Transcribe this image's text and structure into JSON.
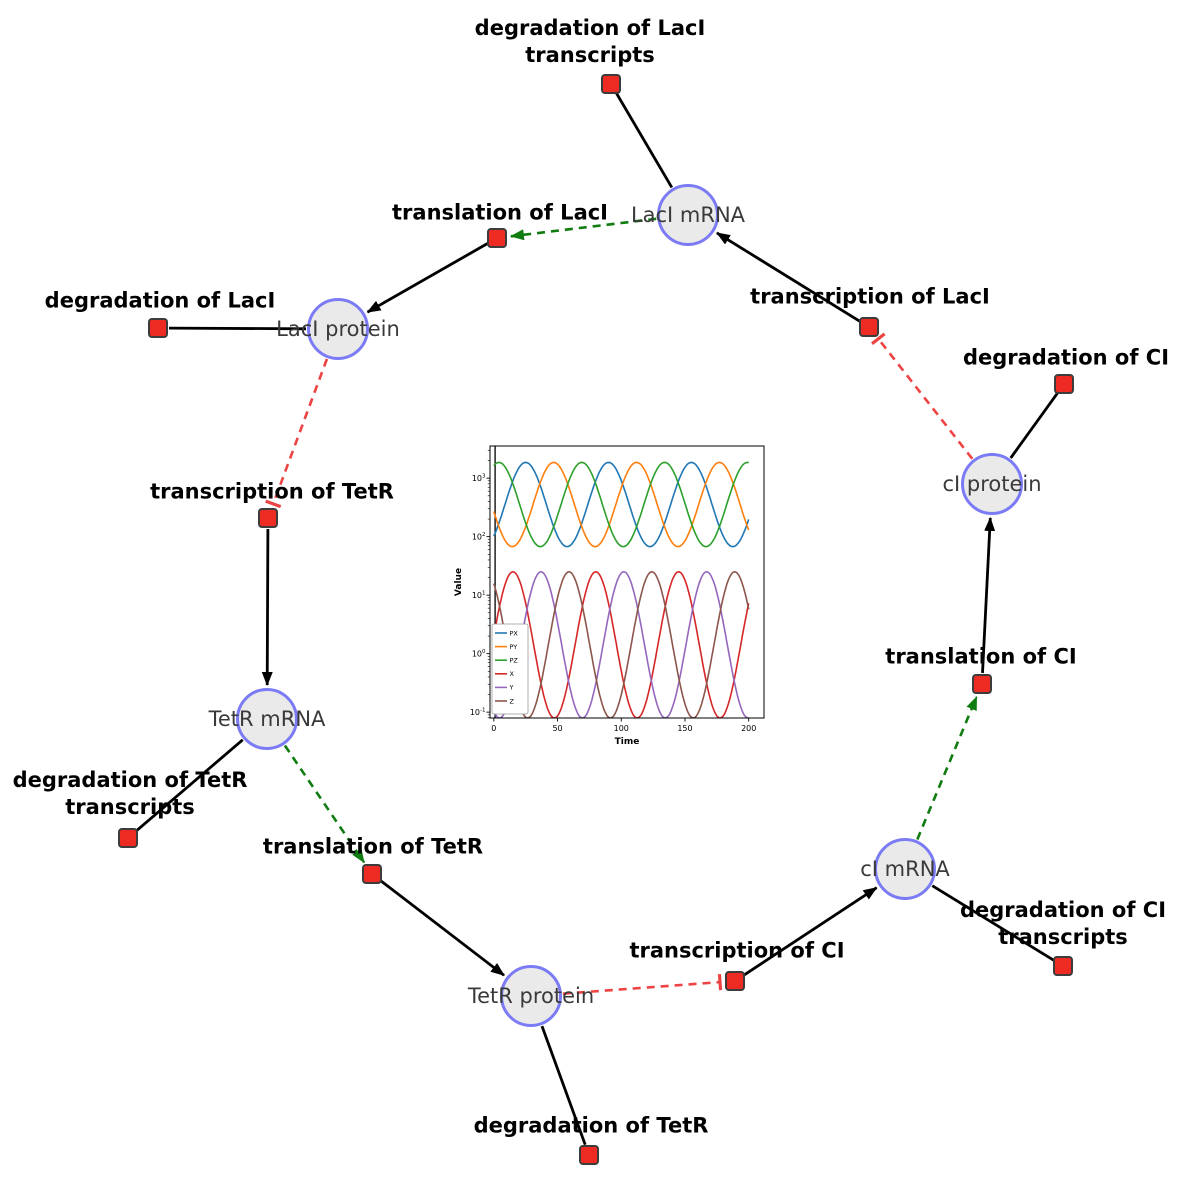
{
  "diagram": {
    "species": [
      {
        "id": "laci_mrna",
        "label": "LacI mRNA"
      },
      {
        "id": "laci_protein",
        "label": "LacI protein"
      },
      {
        "id": "tetr_mrna",
        "label": "TetR mRNA"
      },
      {
        "id": "tetr_protein",
        "label": "TetR protein"
      },
      {
        "id": "ci_mrna",
        "label": "cI mRNA"
      },
      {
        "id": "ci_protein",
        "label": "cI protein"
      }
    ],
    "reactions": [
      {
        "id": "deg_laci_tx",
        "label": "degradation of LacI\ntranscripts"
      },
      {
        "id": "translation_laci",
        "label": "translation of LacI"
      },
      {
        "id": "deg_laci",
        "label": "degradation of LacI"
      },
      {
        "id": "transcription_laci",
        "label": "transcription of LacI"
      },
      {
        "id": "deg_ci",
        "label": "degradation of CI"
      },
      {
        "id": "transcription_tetr",
        "label": "transcription of TetR"
      },
      {
        "id": "translation_ci",
        "label": "translation of CI"
      },
      {
        "id": "deg_tetr_tx",
        "label": "degradation of TetR\ntranscripts"
      },
      {
        "id": "translation_tetr",
        "label": "translation of TetR"
      },
      {
        "id": "transcription_ci",
        "label": "transcription of CI"
      },
      {
        "id": "deg_ci_tx",
        "label": "degradation of CI\ntranscripts"
      },
      {
        "id": "deg_tetr",
        "label": "degradation of TetR"
      }
    ],
    "edges": [
      {
        "from": "laci_mrna",
        "to": "deg_laci_tx",
        "type": "consumption"
      },
      {
        "from": "laci_mrna",
        "to": "translation_laci",
        "type": "modifier"
      },
      {
        "from": "translation_laci",
        "to": "laci_protein",
        "type": "production"
      },
      {
        "from": "transcription_laci",
        "to": "laci_mrna",
        "type": "production"
      },
      {
        "from": "laci_protein",
        "to": "deg_laci",
        "type": "consumption"
      },
      {
        "from": "laci_protein",
        "to": "transcription_tetr",
        "type": "inhibition"
      },
      {
        "from": "transcription_tetr",
        "to": "tetr_mrna",
        "type": "production"
      },
      {
        "from": "tetr_mrna",
        "to": "deg_tetr_tx",
        "type": "consumption"
      },
      {
        "from": "tetr_mrna",
        "to": "translation_tetr",
        "type": "modifier"
      },
      {
        "from": "translation_tetr",
        "to": "tetr_protein",
        "type": "production"
      },
      {
        "from": "tetr_protein",
        "to": "deg_tetr",
        "type": "consumption"
      },
      {
        "from": "tetr_protein",
        "to": "transcription_ci",
        "type": "inhibition"
      },
      {
        "from": "transcription_ci",
        "to": "ci_mrna",
        "type": "production"
      },
      {
        "from": "ci_mrna",
        "to": "deg_ci_tx",
        "type": "consumption"
      },
      {
        "from": "ci_mrna",
        "to": "translation_ci",
        "type": "modifier"
      },
      {
        "from": "translation_ci",
        "to": "ci_protein",
        "type": "production"
      },
      {
        "from": "ci_protein",
        "to": "deg_ci",
        "type": "consumption"
      },
      {
        "from": "ci_protein",
        "to": "transcription_laci",
        "type": "inhibition"
      }
    ],
    "colors": {
      "species_fill": "#eaeaea",
      "species_border": "#7b7bf5",
      "reaction_fill": "#ee2b23",
      "reaction_border": "#3c3c3c",
      "edge_black": "#000000",
      "modifier_green": "#0e7c0e",
      "inhibition_red": "#ee4343"
    }
  },
  "chart_data": {
    "type": "line",
    "x_label": "Time",
    "y_label": "Value",
    "x_ticks": [
      0,
      50,
      100,
      150,
      200
    ],
    "y_scale": "log10",
    "y_tick_exponents": [
      -1,
      0,
      1,
      2,
      3
    ],
    "x_domain": [
      -3,
      212
    ],
    "y_domain_log10": [
      -1.1,
      3.55
    ],
    "legend_labels": [
      "PX",
      "PY",
      "PZ",
      "X",
      "Y",
      "Z"
    ],
    "initial_spike_x": 1,
    "t_start": 0,
    "t_end": 200,
    "t_step": 1,
    "series": [
      {
        "name": "PX",
        "color": "#1f77b4",
        "center_log10": 2.55,
        "amplitude_log10": 0.72,
        "period": 65,
        "peak_time": 25
      },
      {
        "name": "PY",
        "color": "#ff7f0e",
        "center_log10": 2.55,
        "amplitude_log10": 0.72,
        "period": 65,
        "peak_time": 47
      },
      {
        "name": "PZ",
        "color": "#2ca02c",
        "center_log10": 2.55,
        "amplitude_log10": 0.72,
        "period": 65,
        "peak_time": 69
      },
      {
        "name": "X",
        "color": "#d62728",
        "center_log10": 0.15,
        "amplitude_log10": 1.25,
        "period": 65,
        "peak_time": 15
      },
      {
        "name": "Y",
        "color": "#9467bd",
        "center_log10": 0.15,
        "amplitude_log10": 1.25,
        "period": 65,
        "peak_time": 37
      },
      {
        "name": "Z",
        "color": "#8c564b",
        "center_log10": 0.15,
        "amplitude_log10": 1.25,
        "period": 65,
        "peak_time": 59
      }
    ]
  }
}
